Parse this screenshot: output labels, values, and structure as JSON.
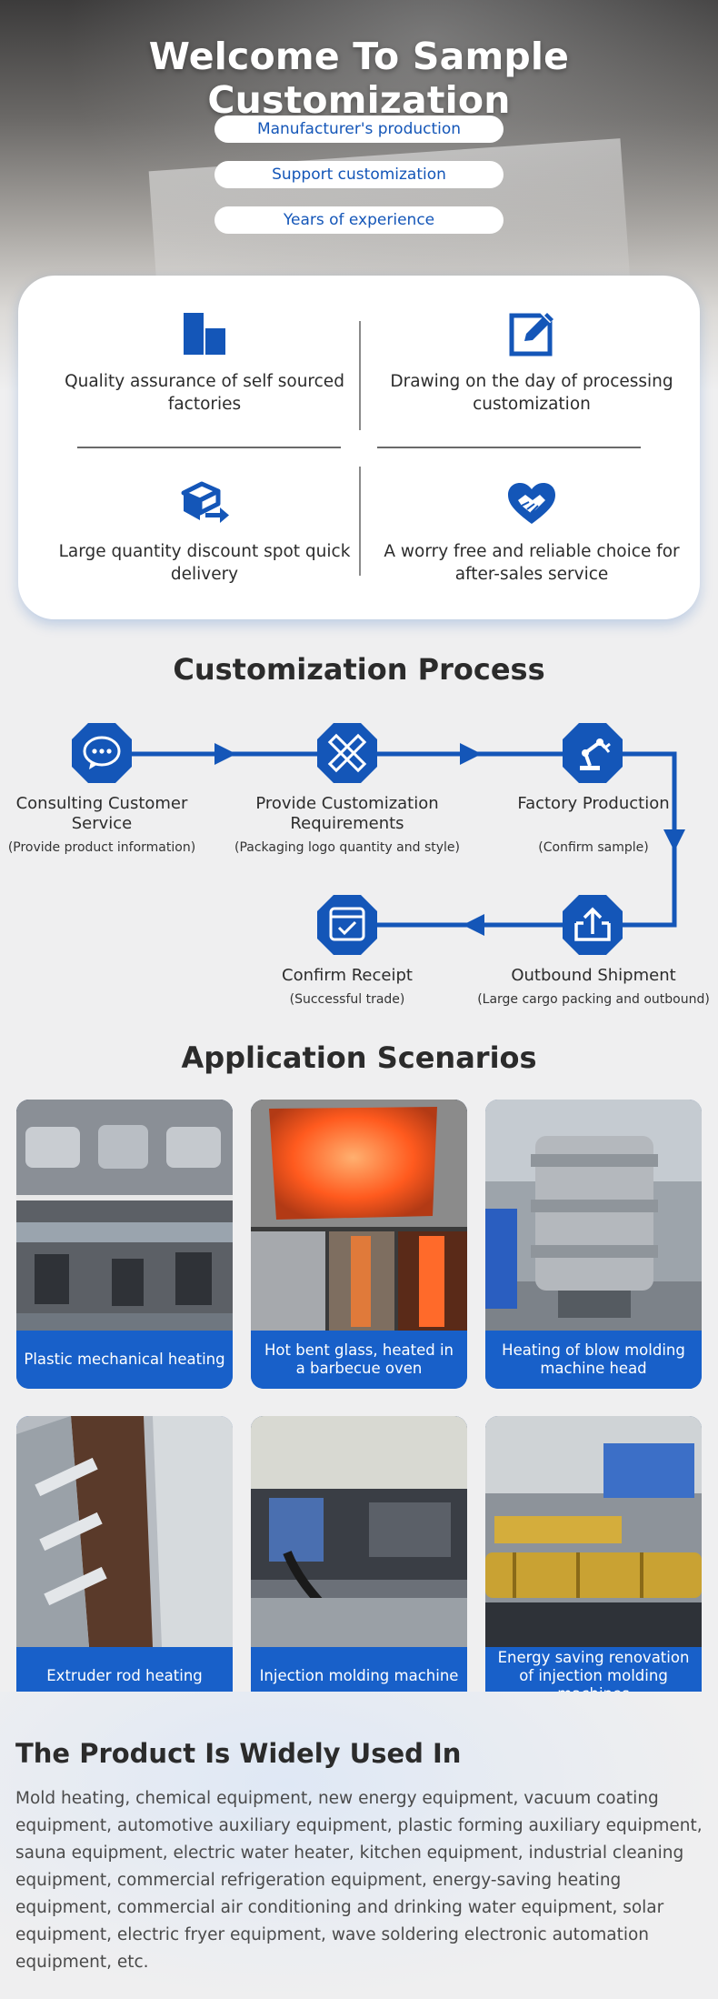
{
  "hero": {
    "title": "Welcome To Sample Customization",
    "pills": [
      "Manufacturer's production",
      "Support customization",
      "Years of experience"
    ]
  },
  "features": [
    {
      "icon": "building-blocks-icon",
      "text": "Quality assurance of self sourced factories"
    },
    {
      "icon": "edit-drawing-icon",
      "text": "Drawing on the day of processing customization"
    },
    {
      "icon": "delivery-box-icon",
      "text": "Large quantity discount spot quick delivery"
    },
    {
      "icon": "heart-handshake-icon",
      "text": "A worry free and reliable choice for after-sales service"
    }
  ],
  "process": {
    "title": "Customization Process",
    "steps": [
      {
        "icon": "chat-bubble-icon",
        "title": "Consulting Customer Service",
        "sub": "(Provide product information)"
      },
      {
        "icon": "pencil-ruler-icon",
        "title": "Provide Customization Requirements",
        "sub": "(Packaging logo quantity and style)"
      },
      {
        "icon": "robot-arm-icon",
        "title": "Factory Production",
        "sub": "(Confirm sample)"
      },
      {
        "icon": "upload-box-icon",
        "title": "Outbound Shipment",
        "sub": "(Large cargo packing and outbound)"
      },
      {
        "icon": "checklist-icon",
        "title": "Confirm Receipt",
        "sub": "(Successful trade)"
      }
    ]
  },
  "scenarios": {
    "title": "Application Scenarios",
    "items": [
      {
        "caption": "Plastic mechanical heating"
      },
      {
        "caption": "Hot bent glass, heated in a barbecue oven"
      },
      {
        "caption": "Heating of blow molding machine head"
      },
      {
        "caption": "Extruder rod heating"
      },
      {
        "caption": "Injection molding machine"
      },
      {
        "caption": "Energy saving renovation of injection molding machines"
      }
    ]
  },
  "usage": {
    "title": "The Product Is Widely Used In",
    "text": "Mold heating, chemical equipment, new energy equipment, vacuum coating equipment, automotive auxiliary equipment, plastic forming auxiliary equipment, sauna equipment, electric water heater, kitchen equipment, industrial cleaning equipment, commercial refrigeration equipment, energy-saving heating equipment, commercial air conditioning and drinking water equipment, solar equipment, electric fryer equipment, wave soldering electronic automation equipment, etc."
  },
  "colors": {
    "accent": "#1456b8",
    "caption_bg": "#1860c9",
    "background": "#efeff0"
  }
}
